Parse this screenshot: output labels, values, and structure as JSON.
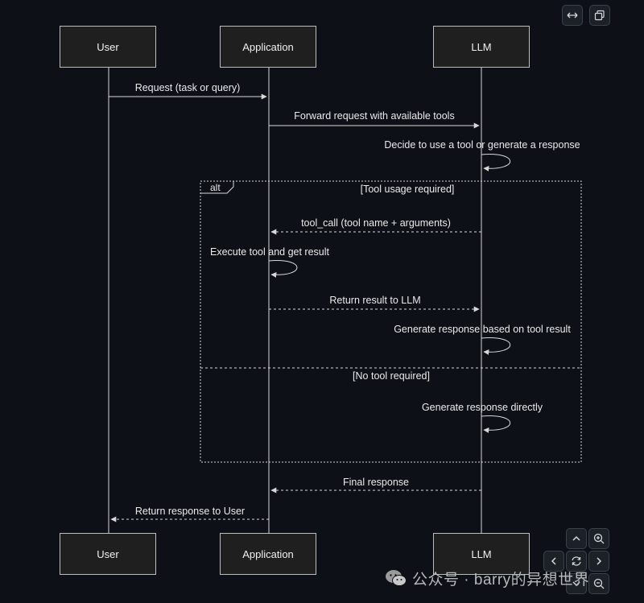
{
  "participants": {
    "user": "User",
    "application": "Application",
    "llm": "LLM"
  },
  "messages": {
    "m1": "Request (task or query)",
    "m2": "Forward request with available tools",
    "m3": "Decide to use a tool or generate a response",
    "m4": "tool_call (tool name + arguments)",
    "m5": "Execute tool and get result",
    "m6": "Return result to LLM",
    "m7": "Generate response based on tool result",
    "m8": "Generate response directly",
    "m9": "Final response",
    "m10": "Return response to User"
  },
  "alt_block": {
    "tag": "alt",
    "condition1": "[Tool usage required]",
    "condition2": "[No tool required]"
  },
  "watermark": {
    "text": "公众号 · barry的异想世界"
  },
  "icons": {
    "expand": "expand-horizontal-icon",
    "copy": "copy-icon",
    "pan_up": "chevron-up-icon",
    "pan_left": "chevron-left-icon",
    "pan_right": "chevron-right-icon",
    "pan_down": "chevron-down-icon",
    "reset": "reset-icon",
    "zoom_in": "zoom-in-icon",
    "zoom_out": "zoom-out-icon"
  },
  "colors": {
    "background": "#0d1117",
    "line": "#d8d8d8",
    "box": "#1f1f1f"
  }
}
